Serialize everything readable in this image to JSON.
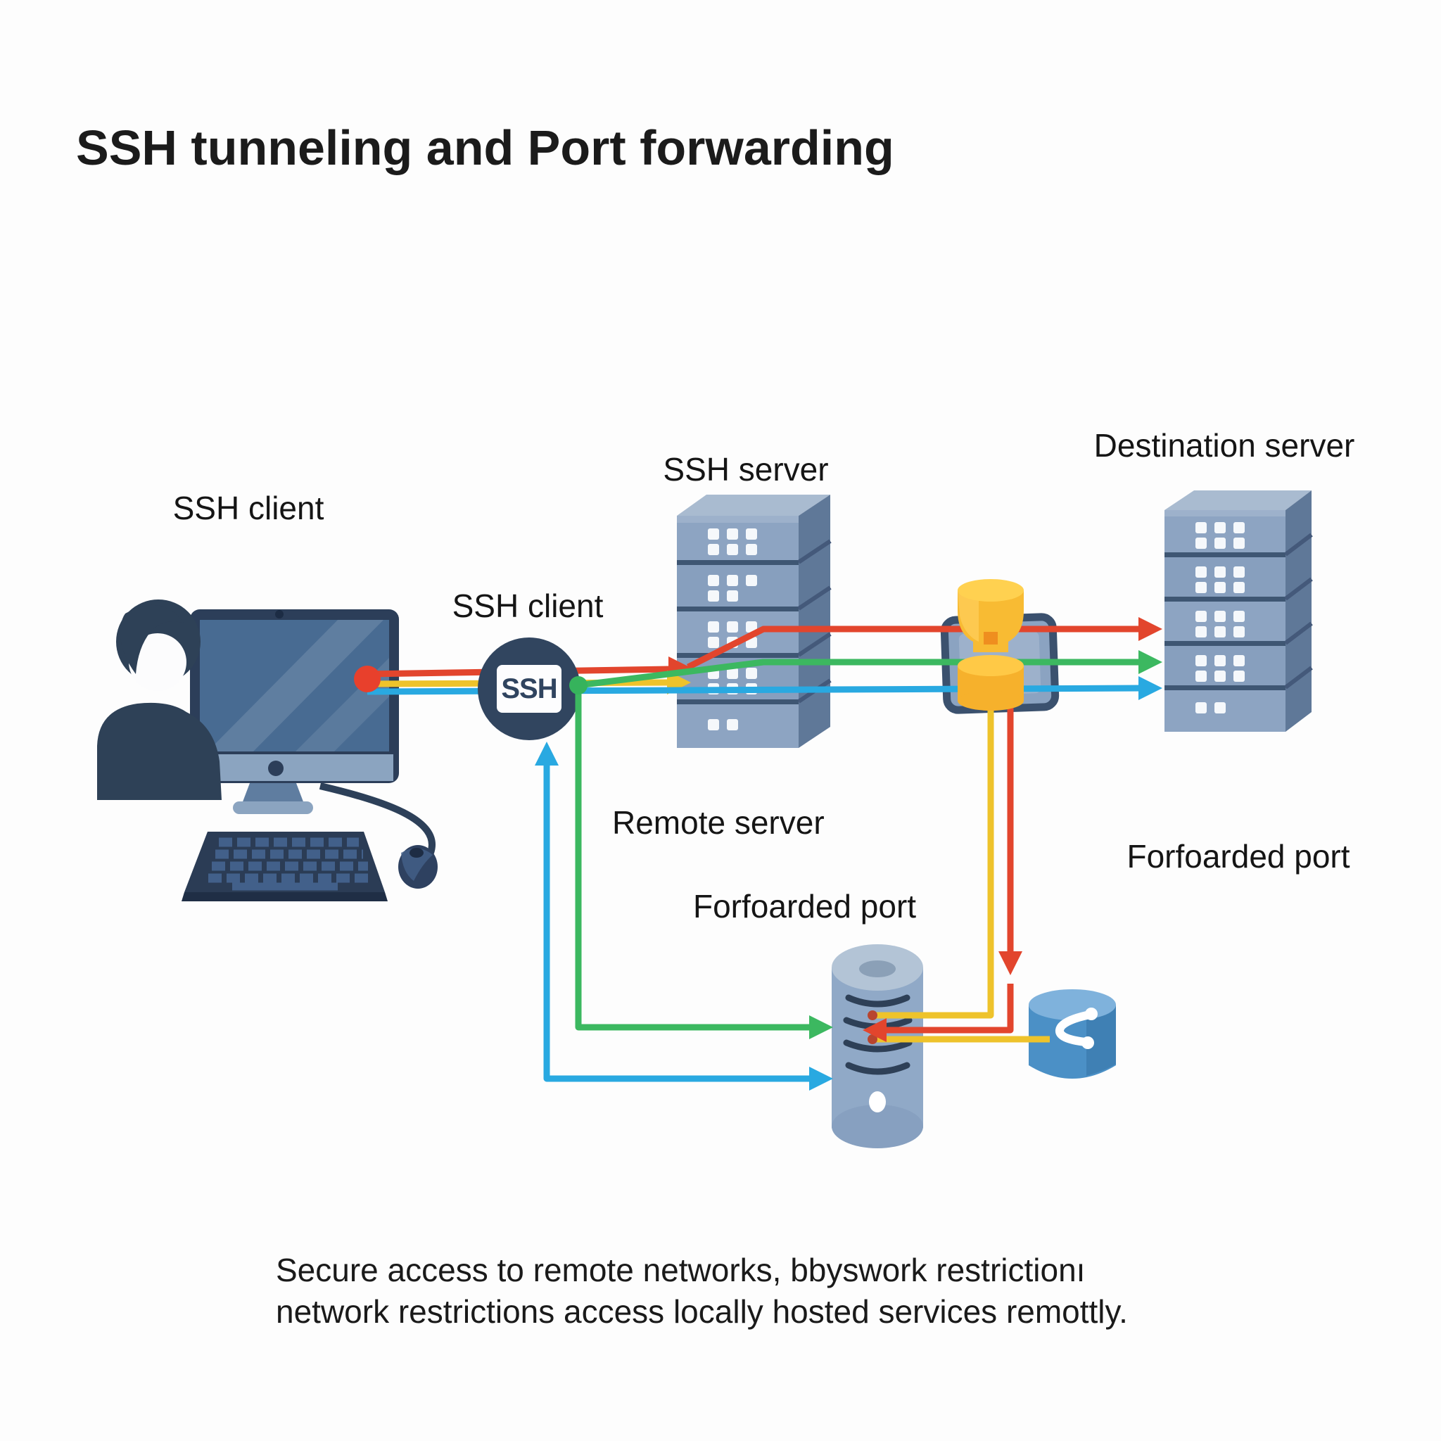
{
  "title": "SSH tunneling and Port forwarding",
  "labels": {
    "ssh_client_computer": "SSH client",
    "ssh_client_circle": "SSH client",
    "ssh_badge": "SSH",
    "ssh_server": "SSH server",
    "remote_server": "Remote server",
    "destination_server": "Destination server",
    "forwarded_port_middle": "Forfoarded port",
    "forwarded_port_right": "Forfoarded port"
  },
  "caption": {
    "line1": "Secure access to remote networks, bbyswork restrictionı",
    "line2": "network restrictions access locally hosted services remottly."
  },
  "colors": {
    "tunnel_red": "#e2452d",
    "tunnel_yellow": "#eec32b",
    "tunnel_green": "#3cb860",
    "tunnel_blue": "#29a9e1",
    "navy": "#2d3f58",
    "server_steel": "#8da4c2",
    "firewall_gold": "#f7b92e",
    "text_color": "#161616"
  },
  "icons": {
    "user": "person-icon",
    "computer": "desktop-computer-icon",
    "ssh_client_node": "ssh-circle-icon",
    "ssh_server_node": "server-tower-icon",
    "destination_node": "server-tower-icon",
    "firewall_node": "firewall-hourglass-icon",
    "tunnel_endpoint": "pipe-cylinder-icon",
    "service_node": "branch-cylinder-icon"
  }
}
